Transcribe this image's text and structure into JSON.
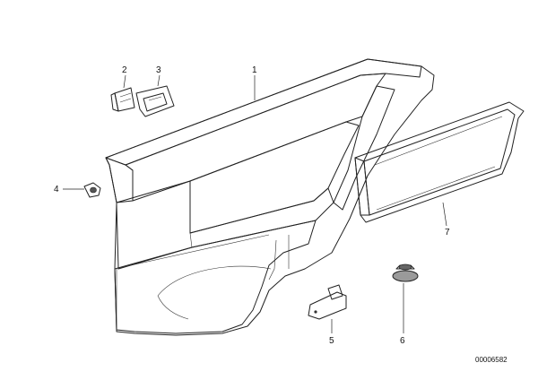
{
  "diagram": {
    "callouts": [
      {
        "id": "1",
        "label": "1"
      },
      {
        "id": "2",
        "label": "2"
      },
      {
        "id": "3",
        "label": "3"
      },
      {
        "id": "4",
        "label": "4"
      },
      {
        "id": "5",
        "label": "5"
      },
      {
        "id": "6",
        "label": "6"
      },
      {
        "id": "7",
        "label": "7"
      }
    ],
    "drawing_code": "00006582"
  }
}
